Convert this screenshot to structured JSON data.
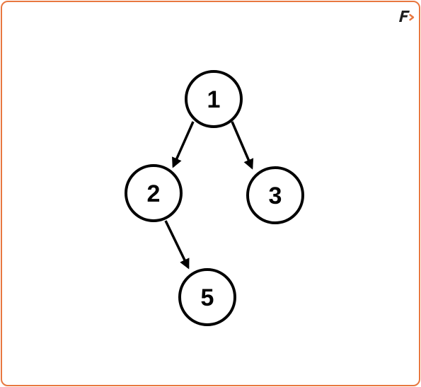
{
  "colors": {
    "frame_border": "#e8773f",
    "node_stroke": "#000000",
    "edge_stroke": "#000000",
    "logo_dark": "#1f1f1f",
    "logo_accent": "#e8773f"
  },
  "logo": {
    "icon": "f-brand-logo-icon",
    "text": "F"
  },
  "tree": {
    "nodes": [
      {
        "id": "n1",
        "label": "1"
      },
      {
        "id": "n2",
        "label": "2"
      },
      {
        "id": "n3",
        "label": "3"
      },
      {
        "id": "n5",
        "label": "5"
      }
    ],
    "edges": [
      {
        "from": "n1",
        "to": "n2"
      },
      {
        "from": "n1",
        "to": "n3"
      },
      {
        "from": "n2",
        "to": "n5"
      }
    ]
  }
}
